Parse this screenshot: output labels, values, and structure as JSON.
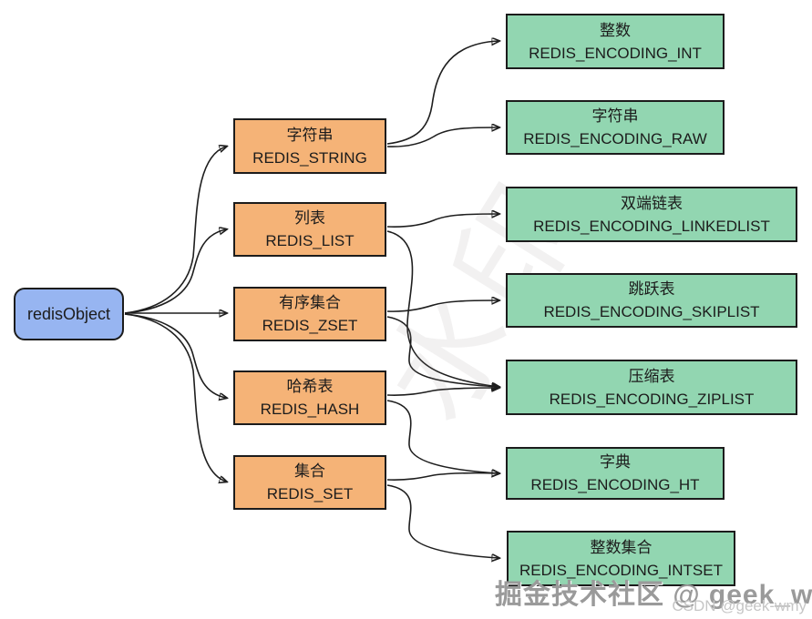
{
  "diagram": {
    "root": {
      "label": "redisObject"
    },
    "types": [
      {
        "label_zh": "字符串",
        "label_code": "REDIS_STRING"
      },
      {
        "label_zh": "列表",
        "label_code": "REDIS_LIST"
      },
      {
        "label_zh": "有序集合",
        "label_code": "REDIS_ZSET"
      },
      {
        "label_zh": "哈希表",
        "label_code": "REDIS_HASH"
      },
      {
        "label_zh": "集合",
        "label_code": "REDIS_SET"
      }
    ],
    "encodings": [
      {
        "label_zh": "整数",
        "label_code": "REDIS_ENCODING_INT"
      },
      {
        "label_zh": "字符串",
        "label_code": "REDIS_ENCODING_RAW"
      },
      {
        "label_zh": "双端链表",
        "label_code": "REDIS_ENCODING_LINKEDLIST"
      },
      {
        "label_zh": "跳跃表",
        "label_code": "REDIS_ENCODING_SKIPLIST"
      },
      {
        "label_zh": "压缩表",
        "label_code": "REDIS_ENCODING_ZIPLIST"
      },
      {
        "label_zh": "字典",
        "label_code": "REDIS_ENCODING_HT"
      },
      {
        "label_zh": "整数集合",
        "label_code": "REDIS_ENCODING_INTSET"
      }
    ],
    "edges": [
      {
        "from": "redisObject",
        "to": "REDIS_STRING"
      },
      {
        "from": "redisObject",
        "to": "REDIS_LIST"
      },
      {
        "from": "redisObject",
        "to": "REDIS_ZSET"
      },
      {
        "from": "redisObject",
        "to": "REDIS_HASH"
      },
      {
        "from": "redisObject",
        "to": "REDIS_SET"
      },
      {
        "from": "REDIS_STRING",
        "to": "REDIS_ENCODING_INT"
      },
      {
        "from": "REDIS_STRING",
        "to": "REDIS_ENCODING_RAW"
      },
      {
        "from": "REDIS_LIST",
        "to": "REDIS_ENCODING_LINKEDLIST"
      },
      {
        "from": "REDIS_LIST",
        "to": "REDIS_ENCODING_ZIPLIST"
      },
      {
        "from": "REDIS_ZSET",
        "to": "REDIS_ENCODING_SKIPLIST"
      },
      {
        "from": "REDIS_ZSET",
        "to": "REDIS_ENCODING_ZIPLIST"
      },
      {
        "from": "REDIS_HASH",
        "to": "REDIS_ENCODING_ZIPLIST"
      },
      {
        "from": "REDIS_HASH",
        "to": "REDIS_ENCODING_HT"
      },
      {
        "from": "REDIS_SET",
        "to": "REDIS_ENCODING_HT"
      },
      {
        "from": "REDIS_SET",
        "to": "REDIS_ENCODING_INTSET"
      }
    ],
    "colors": {
      "root_fill": "#97b5f1",
      "type_fill": "#f5b377",
      "encoding_fill": "#92d6b1",
      "border": "#1c1c1c",
      "arrow": "#1e1e1e"
    }
  },
  "watermarks": {
    "center": "水印",
    "community": "掘金技术社区 @ geek_wmy",
    "csdn": "CSDN @geek-wmy"
  }
}
